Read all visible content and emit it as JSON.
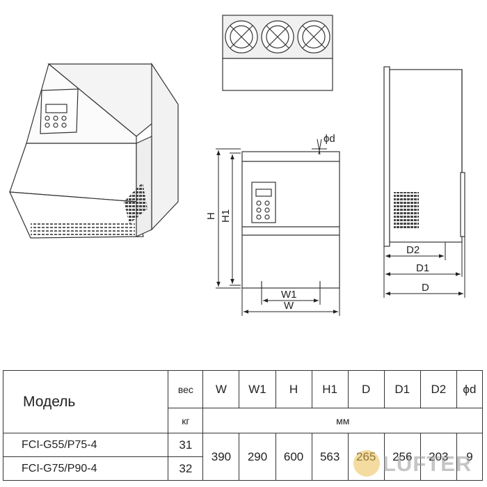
{
  "drawing_labels": {
    "phi_d": "ϕd",
    "H": "H",
    "H1": "H1",
    "W1": "W1",
    "W": "W",
    "D2": "D2",
    "D1": "D1",
    "D": "D"
  },
  "table": {
    "model_header": "Модель",
    "weight_header": "вес",
    "weight_unit": "кг",
    "dim_unit": "мм",
    "dim_headers": [
      "W",
      "W1",
      "H",
      "H1",
      "D",
      "D1",
      "D2",
      "ϕd"
    ],
    "rows": [
      {
        "model": "FCI-G55/P75-4",
        "weight": "31"
      },
      {
        "model": "FCI-G75/P90-4",
        "weight": "32"
      }
    ],
    "dims": [
      "390",
      "290",
      "600",
      "563",
      "265",
      "256",
      "203",
      "9"
    ]
  },
  "watermark": {
    "text": "LUFTER"
  }
}
